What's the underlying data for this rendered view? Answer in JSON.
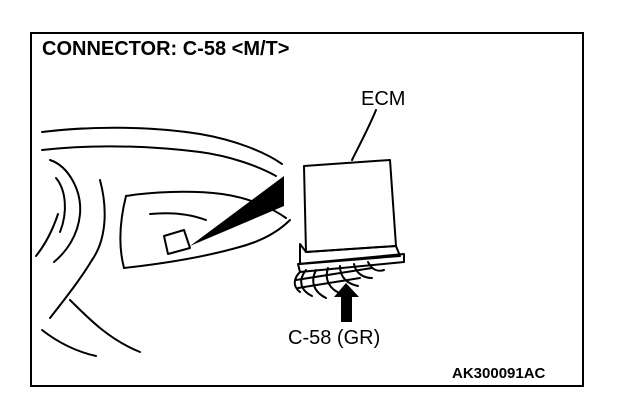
{
  "diagram": {
    "title": "CONNECTOR: C-58 <M/T>",
    "ecm_label": "ECM",
    "connector_label": "C-58 (GR)",
    "figure_code": "AK300091AC"
  },
  "colors": {
    "line": "#000000",
    "background": "#ffffff"
  }
}
